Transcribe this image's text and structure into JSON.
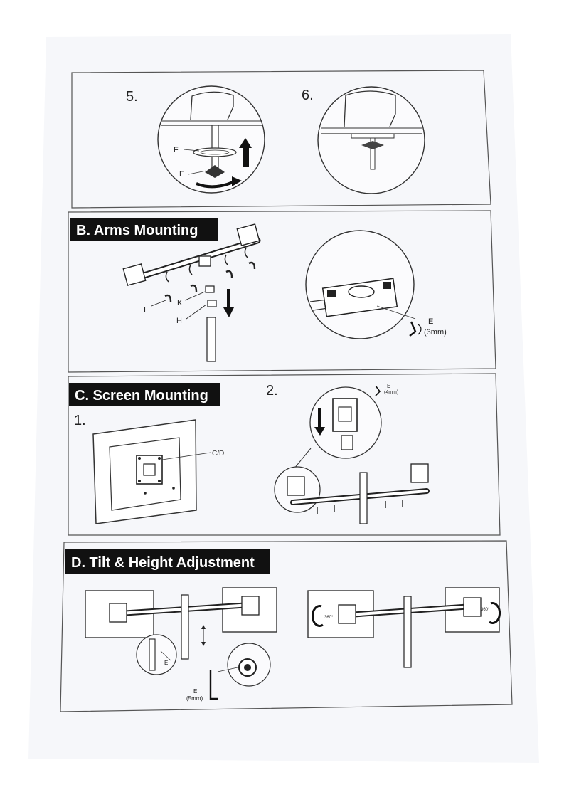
{
  "section_a": {
    "step5_number": "5.",
    "step6_number": "6.",
    "part_f_upper": "F",
    "part_f_lower": "F"
  },
  "section_b": {
    "title": "B. Arms Mounting",
    "parts": {
      "i": "I",
      "k": "K",
      "h": "H"
    },
    "tool_letter": "E",
    "tool_size": "(3mm)"
  },
  "section_c": {
    "title": "C. Screen Mounting",
    "step1_number": "1.",
    "step2_number": "2.",
    "part_cd": "C/D",
    "tool_letter": "E",
    "tool_size": "(4mm)"
  },
  "section_d": {
    "title": "D. Tilt & Height Adjustment",
    "inset_letter": "E",
    "tool_letter": "E",
    "tool_size": "(5mm)",
    "rotate_left": "360°",
    "rotate_right": "360°"
  }
}
